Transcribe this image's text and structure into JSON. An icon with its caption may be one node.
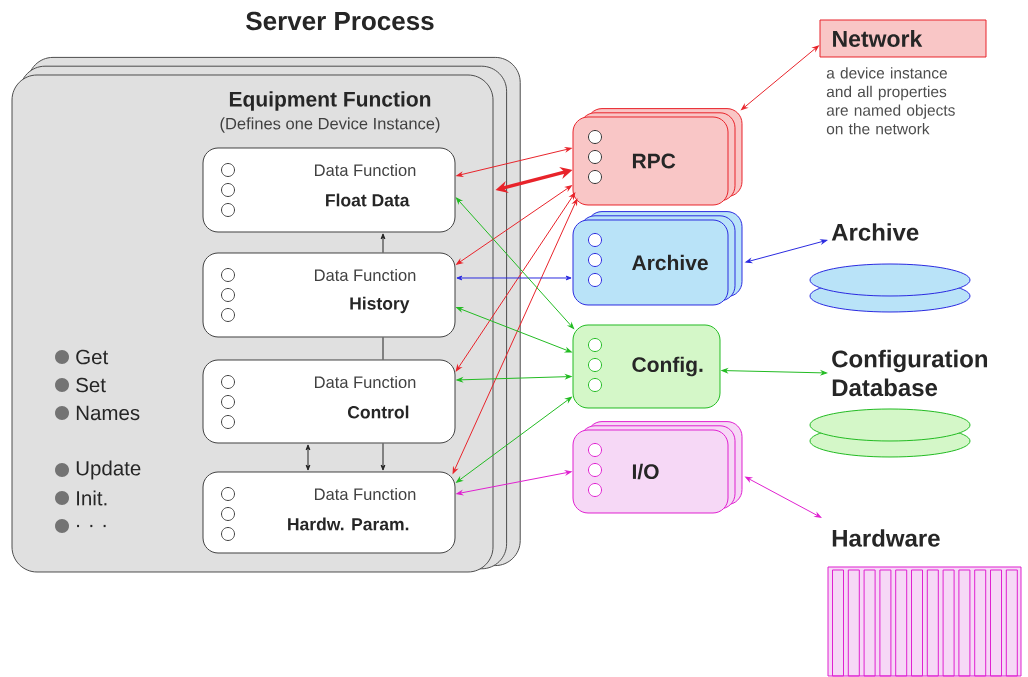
{
  "diagram": {
    "title": "Server Process",
    "nodes": [
      {
        "text": [
          "Equipment Function",
          "(Defines one Device Instance)"
        ]
      },
      {
        "text": [
          "Data Function",
          "Float Data"
        ],
        "in": 0
      },
      {
        "text": [
          "Data Function",
          "History"
        ],
        "in": 0
      },
      {
        "text": [
          "Data Function",
          "Control"
        ],
        "in": 0
      },
      {
        "text": [
          "Data Function",
          "Hardw. Param."
        ],
        "in": 0
      },
      {
        "text": [
          "RPC"
        ]
      },
      {
        "text": [
          "Archive"
        ]
      },
      {
        "text": [
          "Config."
        ]
      },
      {
        "text": [
          "I/O"
        ]
      },
      {
        "text": [
          "Network"
        ],
        "beside": [
          "a device instance and all properties are named objects on the network"
        ]
      },
      {
        "text": [
          "Archive"
        ]
      },
      {
        "text": [
          "Configuration Database"
        ]
      },
      {
        "text": [
          "Hardware"
        ]
      }
    ],
    "edges": [
      {
        "from": 5,
        "to": 1,
        "arrow": "both",
        "color": "#e8232a"
      },
      {
        "from": 0,
        "to": 5,
        "arrow": "both",
        "style": "thick",
        "color": "#e8232a"
      },
      {
        "from": 5,
        "to": 2,
        "arrow": "both",
        "color": "#e8232a"
      },
      {
        "from": 5,
        "to": 3,
        "arrow": "both",
        "color": "#e8232a"
      },
      {
        "from": 5,
        "to": 4,
        "arrow": "both",
        "color": "#e8232a"
      },
      {
        "from": 6,
        "to": 2,
        "arrow": "both",
        "color": "#2a2ae0"
      },
      {
        "from": 7,
        "to": 1,
        "arrow": "both",
        "color": "#22bb22"
      },
      {
        "from": 7,
        "to": 2,
        "arrow": "both",
        "color": "#22bb22"
      },
      {
        "from": 7,
        "to": 3,
        "arrow": "both",
        "color": "#22bb22"
      },
      {
        "from": 7,
        "to": 4,
        "arrow": "both",
        "color": "#22bb22"
      },
      {
        "from": 8,
        "to": 4,
        "arrow": "both",
        "color": "#e020d0"
      },
      {
        "from": 5,
        "to": 9,
        "arrow": "both",
        "color": "#e8232a"
      },
      {
        "from": 6,
        "to": 10,
        "arrow": "both",
        "color": "#2a2ae0"
      },
      {
        "from": 7,
        "to": 11,
        "arrow": "both",
        "color": "#22bb22"
      },
      {
        "from": 8,
        "to": 12,
        "arrow": "both",
        "color": "#e020d0"
      },
      {
        "from": 2,
        "to": 1,
        "arrow": "to",
        "color": "#222222"
      },
      {
        "from": 3,
        "to": 2,
        "arrow": "none",
        "color": "#222222"
      },
      {
        "from": 3,
        "to": 4,
        "arrow": "both",
        "color": "#222222"
      },
      {
        "from": 3,
        "to": 4,
        "arrow": "to",
        "color": "#222222"
      }
    ],
    "labels": [
      "Get",
      "Set",
      "Names",
      "Update",
      "Init.",
      ". . ."
    ]
  }
}
